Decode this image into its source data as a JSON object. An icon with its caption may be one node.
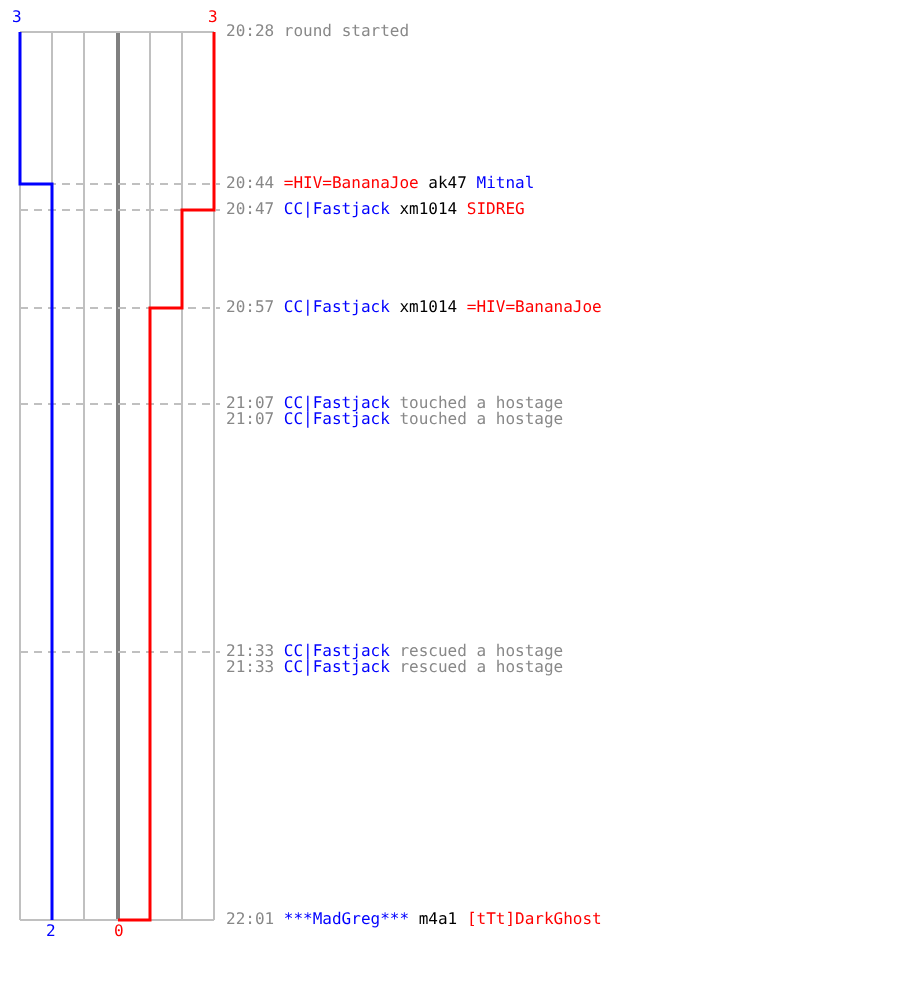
{
  "diagram": {
    "labels": [
      "3",
      "3",
      "20:28 round started",
      "20:44 =HIV=BananaJoe ak47 Mitnal",
      "20:47 CC|Fastjack xm1014 SIDREG",
      "20:57 CC|Fastjack xm1014 =HIV=BananaJoe",
      "21:07 CC|Fastjack touched a hostage",
      "21:07 CC|Fastjack touched a hostage",
      "21:33 CC|Fastjack rescued a hostage",
      "21:33 CC|Fastjack rescued a hostage",
      "22:01 ***MadGreg*** m4a1 [tTt]DarkGhost",
      "2",
      "0"
    ]
  }
}
